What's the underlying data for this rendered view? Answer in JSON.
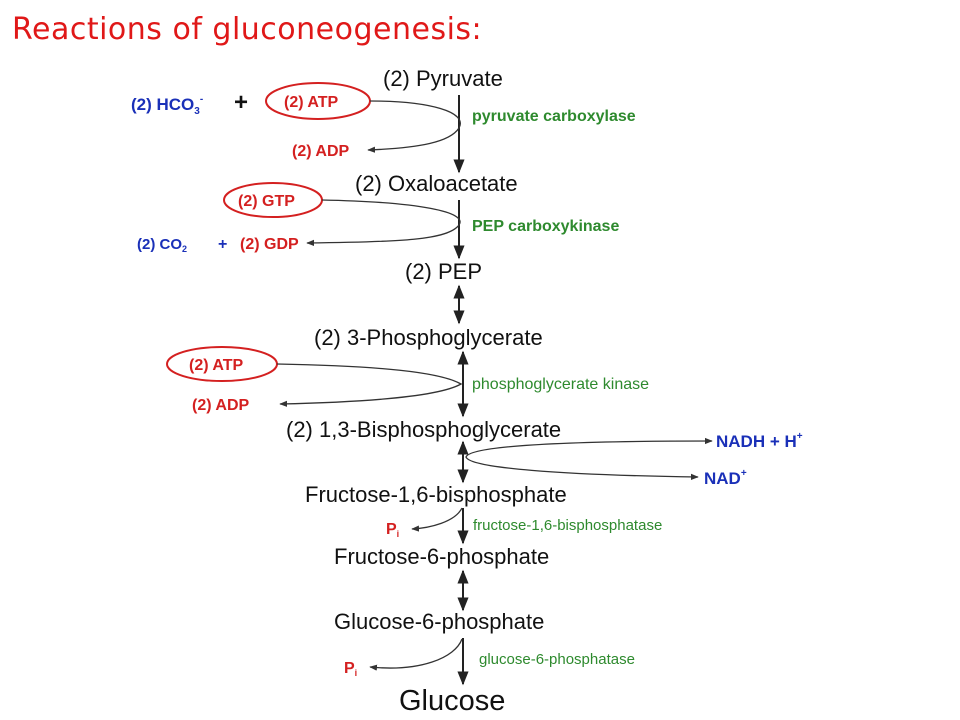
{
  "title": "Reactions of gluconeogenesis:",
  "colors": {
    "title": "#e01818",
    "cofactor_energy": "#d42020",
    "cofactor_other": "#1a30b8",
    "enzyme": "#2e8a2e",
    "metabolite": "#111111"
  },
  "metabolites": [
    "(2) Pyruvate",
    "(2) Oxaloacetate",
    "(2) PEP",
    "(2) 3-Phosphoglycerate",
    "(2) 1,3-Bisphosphoglycerate",
    "Fructose-1,6-bisphosphate",
    "Fructose-6-phosphate",
    "Glucose-6-phosphate",
    "Glucose"
  ],
  "enzymes": {
    "pyruvate_carboxylase": "pyruvate carboxylase",
    "pep_carboxykinase": "PEP carboxykinase",
    "phosphoglycerate_kinase": "phosphoglycerate kinase",
    "fbpase": "fructose-1,6-bisphosphatase",
    "g6pase": "glucose-6-phosphatase"
  },
  "cofactors": {
    "hco3": "(2) HCO",
    "hco3_sub": "3",
    "hco3_sup": "-",
    "plus": "+",
    "atp1": "(2) ATP",
    "adp1": "(2) ADP",
    "gtp": "(2) GTP",
    "co2": "(2) CO",
    "co2_sub": "2",
    "plus2": "+",
    "gdp": "(2) GDP",
    "atp2": "(2) ATP",
    "adp2": "(2) ADP",
    "nadh": "NADH + H",
    "nadh_sup": "+",
    "nad": "NAD",
    "nad_sup": "+",
    "pi1": "P",
    "pi1_sub": "i",
    "pi2": "P",
    "pi2_sub": "i"
  }
}
